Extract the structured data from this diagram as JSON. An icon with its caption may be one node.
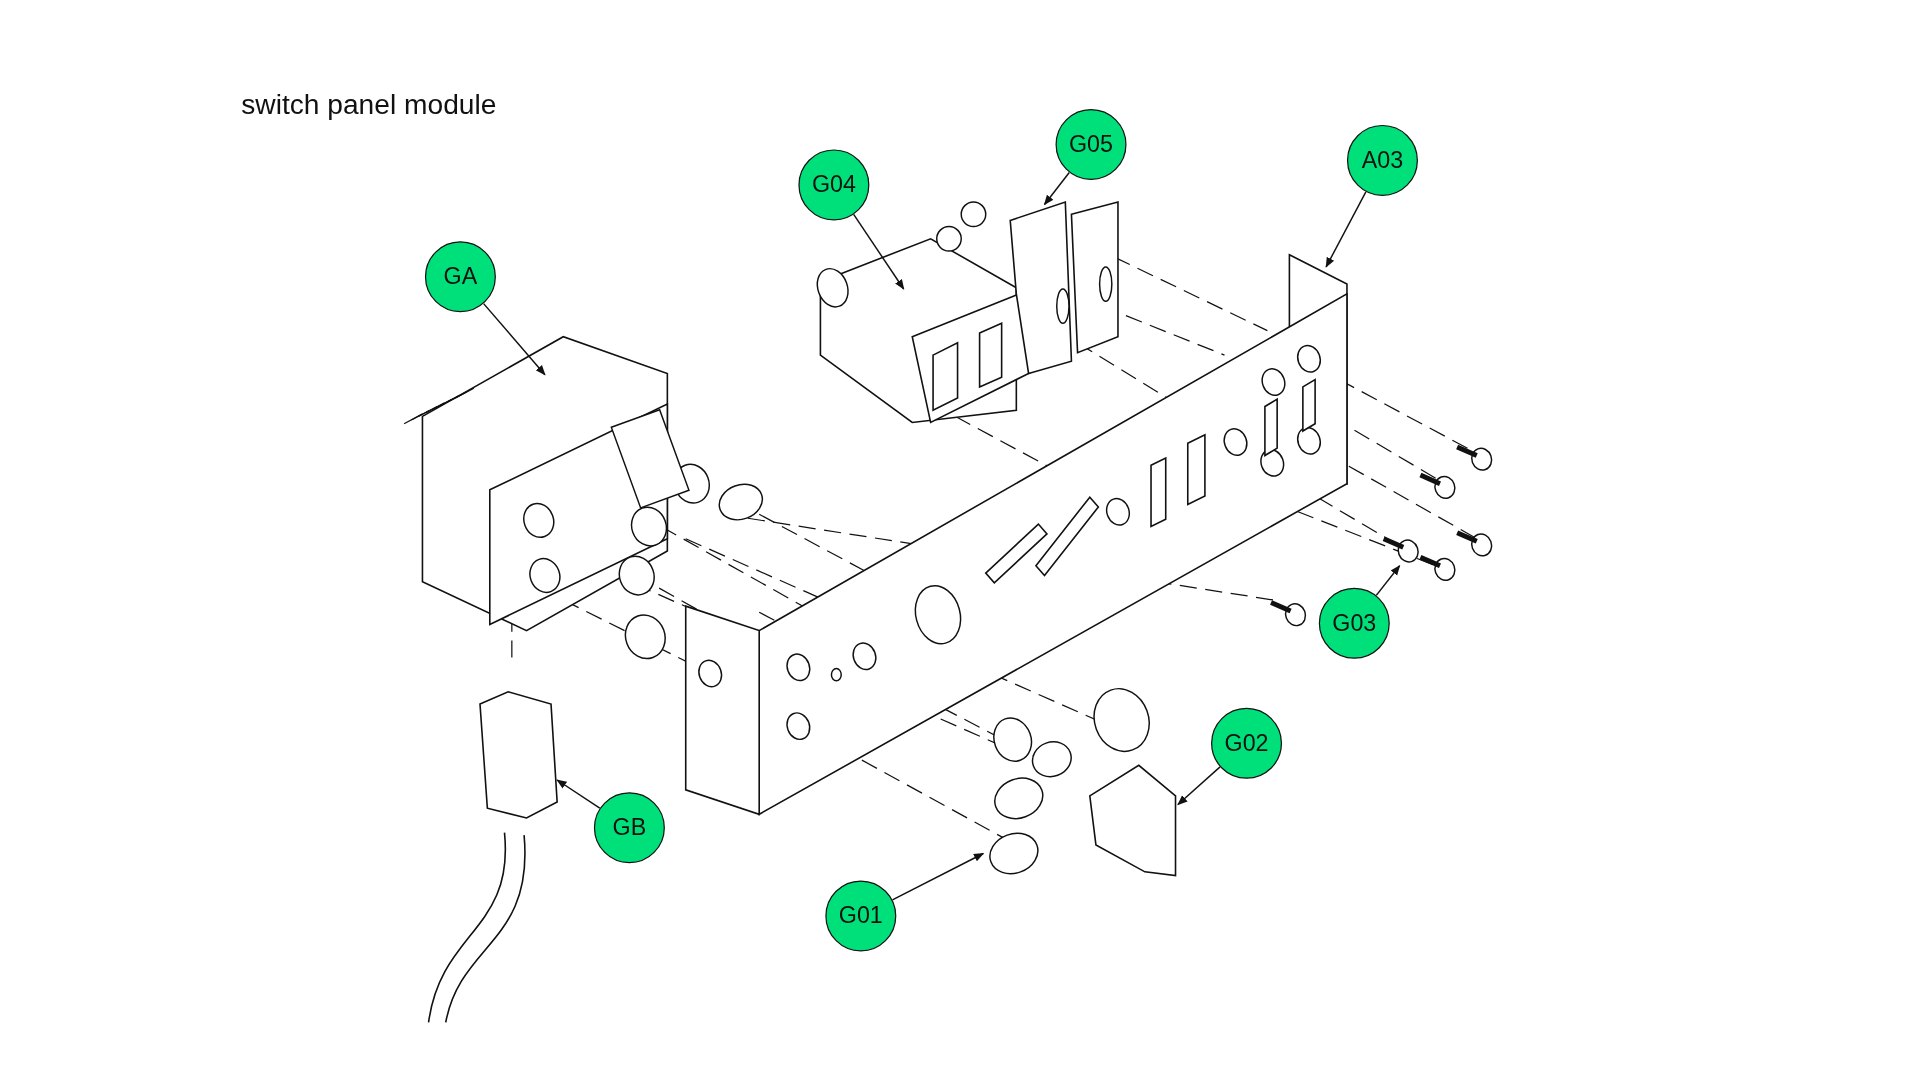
{
  "diagram": {
    "title": "switch panel module",
    "nodes": [
      {
        "text": [
          "GA"
        ]
      },
      {
        "text": [
          "G04"
        ]
      },
      {
        "text": [
          "G05"
        ]
      },
      {
        "text": [
          "A03"
        ]
      },
      {
        "text": [
          "G03"
        ]
      },
      {
        "text": [
          "G02"
        ]
      },
      {
        "text": [
          "GB"
        ]
      },
      {
        "text": [
          "G01"
        ]
      }
    ],
    "edges": [
      {
        "from": 0,
        "to": null,
        "arrow": "to"
      },
      {
        "from": 1,
        "to": null,
        "arrow": "to"
      },
      {
        "from": 2,
        "to": null,
        "arrow": "to"
      },
      {
        "from": 3,
        "to": null,
        "arrow": "to"
      },
      {
        "from": 4,
        "to": null,
        "arrow": "to"
      },
      {
        "from": 5,
        "to": null,
        "arrow": "to"
      },
      {
        "from": 6,
        "to": null,
        "arrow": "to"
      },
      {
        "from": 7,
        "to": null,
        "arrow": "to"
      }
    ]
  }
}
